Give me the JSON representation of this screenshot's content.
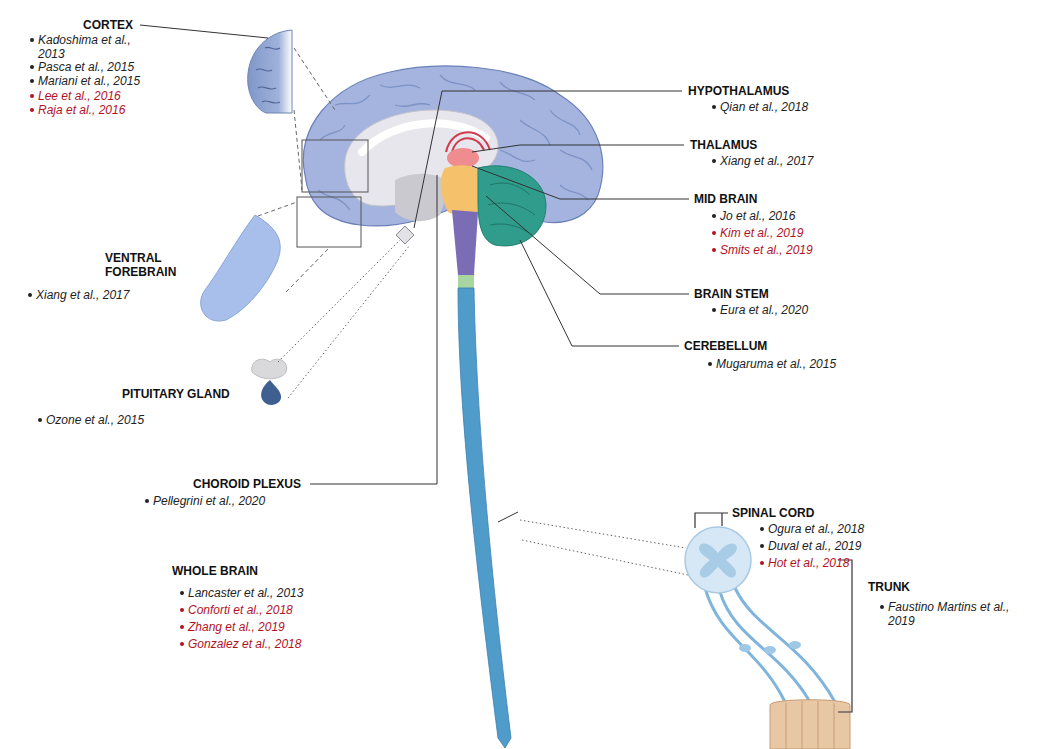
{
  "diagram": {
    "labels": [
      "CORTEX",
      "Kadoshima et al., 2013",
      "Pasca et al., 2015",
      "Mariani et al., 2015",
      "Lee et al., 2016",
      "Raja et al., 2016",
      "HYPOTHALAMUS",
      "Qian et al., 2018",
      "THALAMUS",
      "Xiang et al., 2017",
      "MID BRAIN",
      "Jo et al., 2016",
      "Kim et al., 2019",
      "Smits et al., 2019",
      "VENTRAL FOREBRAIN",
      "Xiang et al., 2017",
      "BRAIN STEM",
      "Eura et al., 2020",
      "CEREBELLUM",
      "Mugaruma et al., 2015",
      "PITUITARY GLAND",
      "Ozone et al., 2015",
      "CHOROID PLEXUS",
      "Pellegrini et al., 2020",
      "SPINAL CORD",
      "Ogura et al., 2018",
      "Duval et al., 2019",
      "Hot et al., 2018",
      "WHOLE BRAIN",
      "Lancaster et al., 2013",
      "Conforti et al., 2018",
      "Zhang et al., 2019",
      "Gonzalez et al., 2018",
      "TRUNK",
      "Faustino Martins et al., 2019"
    ]
  }
}
